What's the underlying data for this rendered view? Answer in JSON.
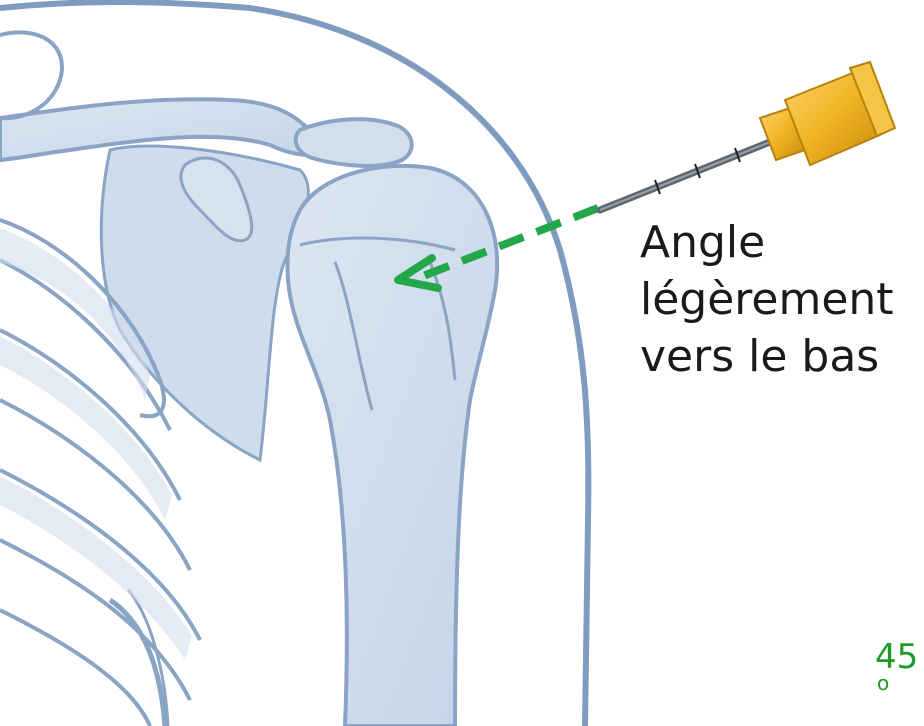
{
  "caption": {
    "line1": "Angle",
    "line2": "légèrement",
    "line3": "vers le bas"
  },
  "angle_label": {
    "number": "45",
    "unit": "o"
  },
  "colors": {
    "bone_fill": "#c7d6e8",
    "bone_outline": "#8aa4c6",
    "skin_outline": "#7f9bc0",
    "needle_hub": "#f0b323",
    "needle_shaft": "#5f6670",
    "guide_line": "#23a74a"
  },
  "icons": {
    "needle": "syringe-needle-icon",
    "arrow": "arrow-left-icon"
  }
}
